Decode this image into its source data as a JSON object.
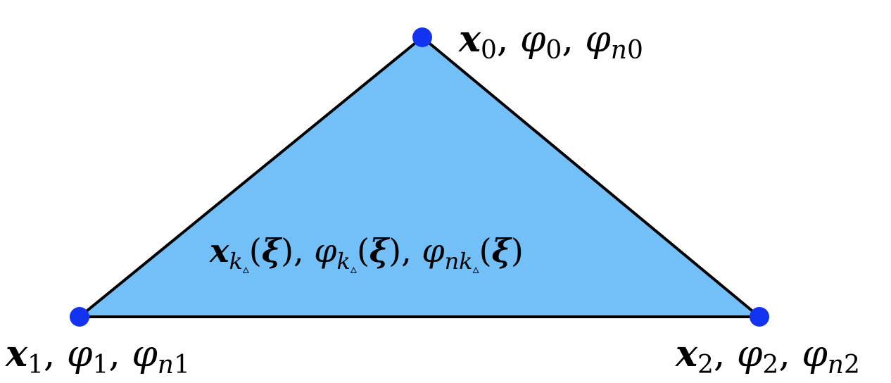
{
  "colors": {
    "fill": "#73bff7",
    "edge": "#000000",
    "vertex": "#1233f0",
    "background": "#ffffff"
  },
  "vertices": {
    "v0": {
      "position": "x",
      "position_sub": "0",
      "potential": "φ",
      "potential_sub": "0",
      "normal": "φ",
      "normal_sub_n": "n",
      "normal_sub_idx": "0",
      "sep": ", "
    },
    "v1": {
      "position": "x",
      "position_sub": "1",
      "potential": "φ",
      "potential_sub": "1",
      "normal": "φ",
      "normal_sub_n": "n",
      "normal_sub_idx": "1",
      "sep": ", "
    },
    "v2": {
      "position": "x",
      "position_sub": "2",
      "potential": "φ",
      "potential_sub": "2",
      "normal": "φ",
      "normal_sub_n": "n",
      "normal_sub_idx": "2",
      "sep": ", "
    }
  },
  "interior": {
    "x": "x",
    "phi": "φ",
    "k": "k",
    "delta": "▵",
    "n": "n",
    "xi": "ξ",
    "open": "(",
    "close": ")",
    "sep": ", "
  }
}
